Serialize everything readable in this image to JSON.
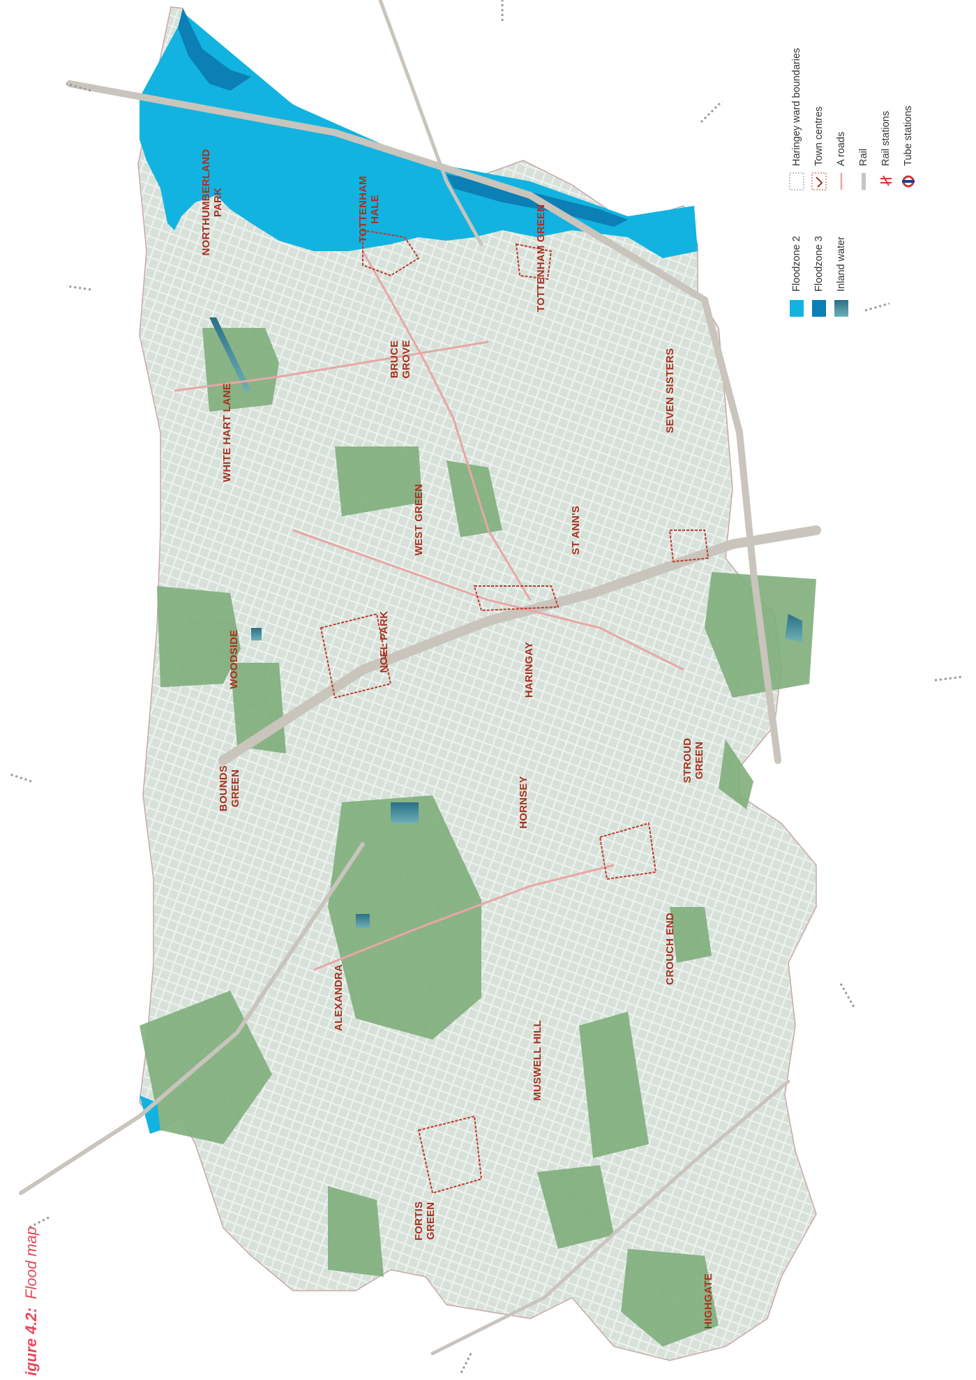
{
  "figure": {
    "caption_bold": "igure 4.2:",
    "caption_text": "Flood map"
  },
  "legend": {
    "items": [
      {
        "key": "floodzone2",
        "label": "Floodzone 2",
        "color": "#12b3e0",
        "symbol": "floodzone2-swatch-icon"
      },
      {
        "key": "floodzone3",
        "label": "Floodzone 3",
        "color": "#0c7fb4",
        "symbol": "floodzone3-swatch-icon"
      },
      {
        "key": "inland_water",
        "label": "Inland water",
        "color": "#3d9aa3",
        "symbol": "inland-water-swatch-icon"
      },
      {
        "key": "ward_boundaries",
        "label": "Haringey ward boundaries",
        "color": "#9a9a9a",
        "symbol": "ward-boundary-icon"
      },
      {
        "key": "town_centres",
        "label": "Town centres",
        "color": "#c0392b",
        "symbol": "town-centre-icon"
      },
      {
        "key": "a_roads",
        "label": "A roads",
        "color": "#e8a6a6",
        "symbol": "a-road-icon"
      },
      {
        "key": "rail",
        "label": "Rail",
        "color": "#c9c4bc",
        "symbol": "rail-icon"
      },
      {
        "key": "rail_stations",
        "label": "Rail stations",
        "color": "#d3342c",
        "symbol": "rail-station-icon"
      },
      {
        "key": "tube_stations",
        "label": "Tube stations",
        "color": "#1d3e8f",
        "symbol": "tube-station-icon"
      }
    ]
  },
  "wards": [
    "NORTHUMBERLAND PARK",
    "TOTTENHAM HALE",
    "TOTTENHAM GREEN",
    "BRUCE GROVE",
    "SEVEN SISTERS",
    "WHITE HART LANE",
    "WEST GREEN",
    "ST ANN'S",
    "WOODSIDE",
    "NOEL PARK",
    "HARINGAY",
    "STROUD GREEN",
    "BOUNDS GREEN",
    "HORNSEY",
    "CROUCH END",
    "ALEXANDRA",
    "MUSWELL HILL",
    "FORTIS GREEN",
    "HIGHGATE"
  ],
  "colors": {
    "land": "#d9e2dc",
    "green_space": "#7fae7b",
    "floodzone2": "#12b3e0",
    "floodzone3": "#0c7fb4",
    "rail": "#c9c4bc",
    "a_road": "#e8a6a6",
    "label": "#a8311f"
  }
}
